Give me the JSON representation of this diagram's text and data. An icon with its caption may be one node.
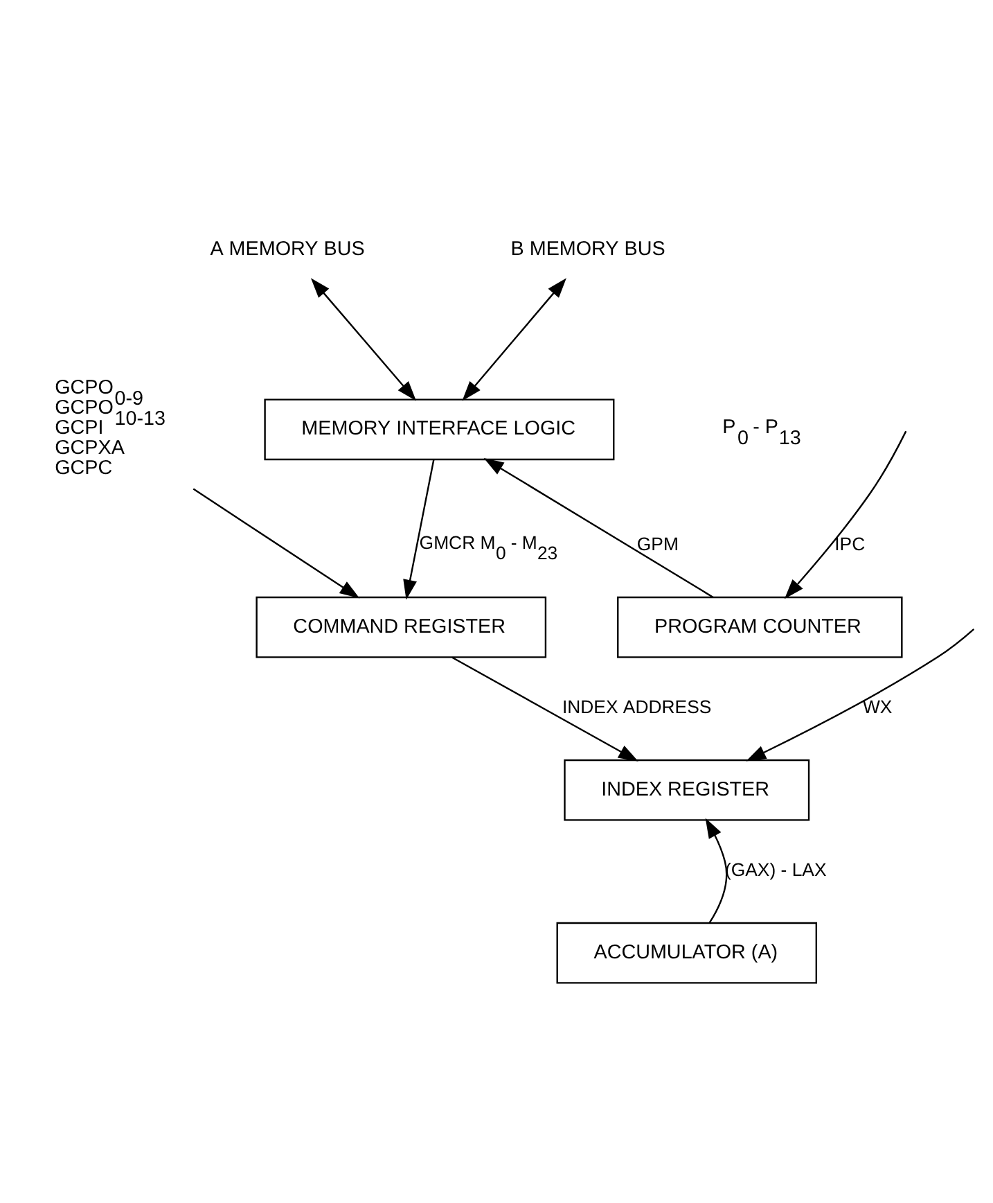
{
  "diagram": {
    "nodes": [
      {
        "text": [
          "A MEMORY BUS"
        ]
      },
      {
        "text": [
          "B MEMORY BUS"
        ]
      },
      {
        "text": [
          "MEMORY INTERFACE LOGIC"
        ]
      },
      {
        "text": [
          "COMMAND REGISTER"
        ]
      },
      {
        "text": [
          "PROGRAM COUNTER"
        ]
      },
      {
        "text": [
          "GCPO$_{0-9}$",
          "GCPO$_{10-13}$",
          "GCPI",
          "GCPXA",
          "GCPC"
        ]
      },
      {
        "text": [
          "INDEX REGISTER"
        ]
      },
      {
        "text": [
          "ACCUMULATOR (A)"
        ]
      }
    ],
    "edges": [
      {
        "from": 0,
        "to": 2,
        "arrow": "both"
      },
      {
        "from": 1,
        "to": 2,
        "arrow": "both"
      },
      {
        "from": 2,
        "to": 3,
        "label": "GMCR M$_{0}$ - M$_{23}$",
        "arrow": "to"
      },
      {
        "from": 4,
        "to": 2,
        "label": "GPM",
        "arrow": "to"
      },
      {
        "from": null,
        "to": 4,
        "label": "IPC",
        "arrow": "to"
      },
      {
        "from": 5,
        "to": 3,
        "arrow": "to"
      },
      {
        "from": 3,
        "to": 6,
        "label": "INDEX ADDRESS",
        "arrow": "to"
      },
      {
        "from": null,
        "to": 6,
        "label": "WX",
        "arrow": "to"
      },
      {
        "from": 7,
        "to": 6,
        "label": "(GAX) - LAX",
        "arrow": "to"
      }
    ],
    "labels": [
      "P$_{0}$ - P$_{13}$"
    ]
  }
}
